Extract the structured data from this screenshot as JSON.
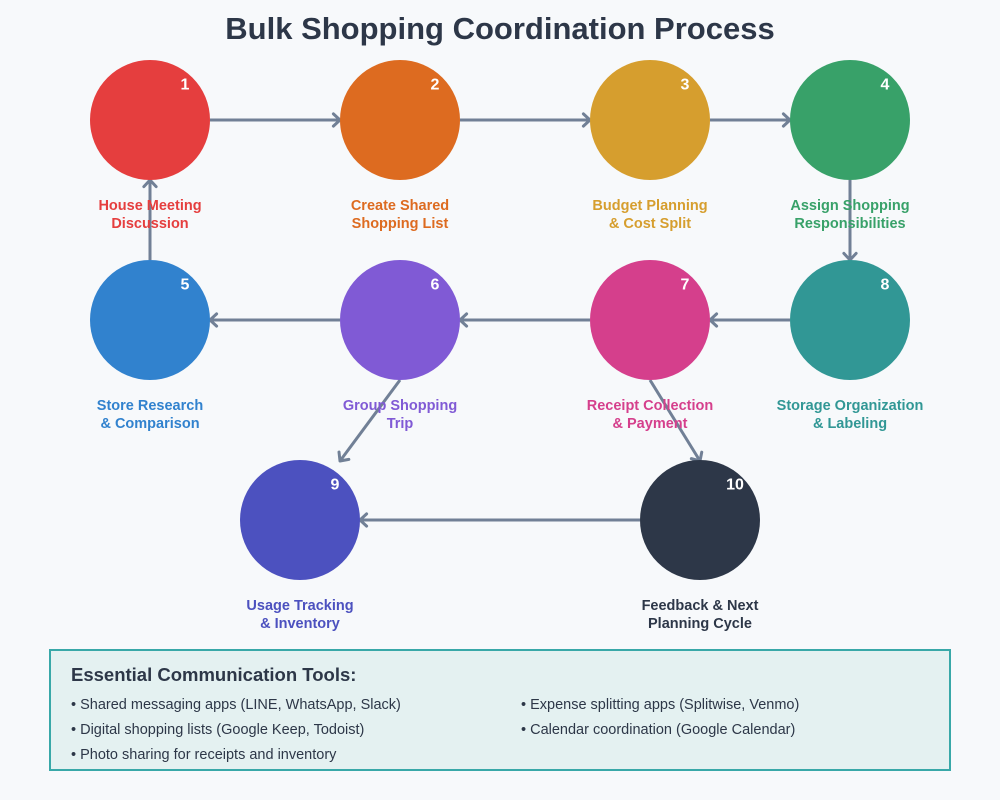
{
  "title": "Bulk Shopping Coordination Process",
  "nodes": [
    {
      "number": "1",
      "label": [
        "House Meeting",
        "Discussion"
      ],
      "color": "#e53e3e"
    },
    {
      "number": "2",
      "label": [
        "Create Shared",
        "Shopping List"
      ],
      "color": "#dd6b20"
    },
    {
      "number": "3",
      "label": [
        "Budget Planning",
        "& Cost Split"
      ],
      "color": "#d69e2e"
    },
    {
      "number": "4",
      "label": [
        "Assign Shopping",
        "Responsibilities"
      ],
      "color": "#38a169"
    },
    {
      "number": "5",
      "label": [
        "Store Research",
        "& Comparison"
      ],
      "color": "#3182ce"
    },
    {
      "number": "6",
      "label": [
        "Group Shopping",
        "Trip"
      ],
      "color": "#805ad5"
    },
    {
      "number": "7",
      "label": [
        "Receipt Collection",
        "& Payment"
      ],
      "color": "#d53f8c"
    },
    {
      "number": "8",
      "label": [
        "Storage Organization",
        "& Labeling"
      ],
      "color": "#319795"
    },
    {
      "number": "9",
      "label": [
        "Usage Tracking",
        "& Inventory"
      ],
      "color": "#4c51bf"
    },
    {
      "number": "10",
      "label": [
        "Feedback & Next",
        "Planning Cycle"
      ],
      "color": "#2d3748"
    }
  ],
  "edges": [
    {
      "from": "1",
      "to": "2"
    },
    {
      "from": "2",
      "to": "3"
    },
    {
      "from": "3",
      "to": "4"
    },
    {
      "from": "4",
      "to": "8"
    },
    {
      "from": "8",
      "to": "7"
    },
    {
      "from": "7",
      "to": "6"
    },
    {
      "from": "6",
      "to": "5"
    },
    {
      "from": "5",
      "to": "1"
    },
    {
      "from": "6",
      "to": "9"
    },
    {
      "from": "7",
      "to": "10"
    },
    {
      "from": "10",
      "to": "9"
    }
  ],
  "arrow_color": "#718096",
  "tools": {
    "heading": "Essential Communication Tools:",
    "items": [
      "• Shared messaging apps (LINE, WhatsApp, Slack)",
      "• Digital shopping lists (Google Keep, Todoist)",
      "• Photo sharing for receipts and inventory",
      "• Expense splitting apps (Splitwise, Venmo)",
      "• Calendar coordination (Google Calendar)"
    ]
  }
}
